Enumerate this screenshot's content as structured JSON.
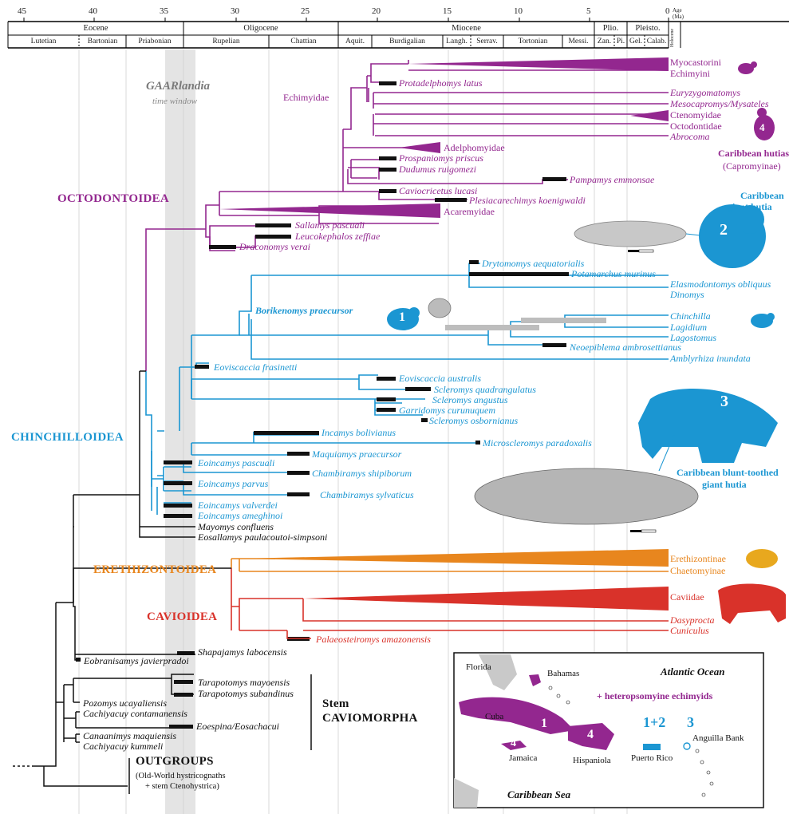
{
  "timescale": {
    "ages": [
      "45",
      "40",
      "35",
      "30",
      "25",
      "20",
      "15",
      "10",
      "5",
      "0"
    ],
    "age_unit_1": "Age",
    "age_unit_2": "(Ma)",
    "recent": "Holocene",
    "epochs": [
      "Eocene",
      "Oligocene",
      "Miocene",
      "Plio.",
      "Pleisto."
    ],
    "stages": [
      "Lutetian",
      "Bartonian",
      "Priabonian",
      "Rupelian",
      "Chattian",
      "Aquit.",
      "Burdigalian",
      "Langh.",
      "Serrav.",
      "Tortonian",
      "Messi.",
      "Zan.",
      "Pi.",
      "Gel.",
      "Calab."
    ]
  },
  "window": {
    "title": "GAARlandia",
    "subtitle": "time window"
  },
  "groups": {
    "octodontoidea": "OCTODONTOIDEA",
    "chinchilloidea": "CHINCHILLOIDEA",
    "erethizontoidea": "ERETHIZONTOIDEA",
    "cavioidea": "CAVIOIDEA",
    "stem1": "Stem",
    "stem2": "CAVIOMORPHA",
    "outgroups": "OUTGROUPS",
    "outgroups_sub1": "(Old-World hystricognaths",
    "outgroups_sub2": "+ stem Ctenohystrica)"
  },
  "taxa": {
    "myocastorini": "Myocastorini",
    "echimyini": "Echimyini",
    "echimyidae": "Echimyidae",
    "protadelphomys": "Protadelphomys latus",
    "eurygyzomatomys": "Euryzygomatomys",
    "mesocapromys": "Mesocapromys/Mysateles",
    "ctenomyidae": "Ctenomyidae",
    "octodontidae": "Octodontidae",
    "abrocoma": "Abrocoma",
    "adelphomyidae": "Adelphomyidae",
    "prospaniomys": "Prospaniomys priscus",
    "dudumus": "Dudumus ruigomezi",
    "pampamys": "Pampamys emmonsae",
    "caviocricetus": "Caviocricetus lucasi",
    "plesiacarechimys": "Plesiacarechimys koenigwaldi",
    "acaremyidae": "Acaremyidae",
    "sallamys": "Sallamys pascuali",
    "leucokephalos": "Leucokephalos zeffiae",
    "draconomys": "Draconomys verai",
    "drytomomys": "Drytomomys aequatorialis",
    "potamarchus": "Potamarchus murinus",
    "elasmodontomys": "Elasmodontomys obliquus",
    "dinomys": "Dinomys",
    "borikenomys": "Borikenomys praecursor",
    "chinchilla": "Chinchilla",
    "lagidium": "Lagidium",
    "lagostomus": "Lagostomus",
    "neoepiblema": "Neoepiblema ambrosettianus",
    "amblyrhiza": "Amblyrhiza inundata",
    "eoviscaccia_f": "Eoviscaccia frasinetti",
    "eoviscaccia_a": "Eoviscaccia australis",
    "scleromys_q": "Scleromys quadrangulatus",
    "scleromys_a": "Scleromys angustus",
    "garridomys": "Garridomys curunuquem",
    "scleromys_o": "Scleromys osbornianus",
    "incamys": "Incamys bolivianus",
    "microscleromys": "Microscleromys paradoxalis",
    "maquiamys": "Maquiamys praecursor",
    "eoincamys_pas": "Eoincamys pascuali",
    "chambiramys_sh": "Chambiramys shipiborum",
    "eoincamys_par": "Eoincamys parvus",
    "chambiramys_sy": "Chambiramys sylvaticus",
    "eoincamys_val": "Eoincamys valverdei",
    "eoincamys_ame": "Eoincamys ameghinoi",
    "mayomys": "Mayomys confluens",
    "eosallamys": "Eosallamys paulacoutoi-simpsoni",
    "erethizontinae": "Erethizontinae",
    "chaetomyinae": "Chaetomyinae",
    "caviidae": "Caviidae",
    "dasyprocta": "Dasyprocta",
    "cuniculus": "Cuniculus",
    "palaeosteiromys": "Palaeosteiromys amazonensis",
    "shapajamys": "Shapajamys labocensis",
    "eobranisamys": "Eobranisamys javierpradoi",
    "tarapotomys_m": "Tarapotomys mayoensis",
    "tarapotomys_s": "Tarapotomys subandinus",
    "pozomys": "Pozomys ucayaliensis",
    "cachiyacuy_c": "Cachiyacuy contamanensis",
    "eoespina": "Eoespina/Eosachacui",
    "canaanimys": "Canaanimys maquiensis",
    "cachiyacuy_k": "Cachiyacuy kummeli"
  },
  "callouts": {
    "hutia_title": "Caribbean hutias",
    "hutia_sub": "(Capromyinae)",
    "giant_1": "Caribbean",
    "giant_2": "giant hutia",
    "blunt_1": "Caribbean blunt-toothed",
    "blunt_2": "giant hutia",
    "n1": "1",
    "n2": "2",
    "n3": "3",
    "n4": "4"
  },
  "map": {
    "atlantic": "Atlantic Ocean",
    "caribbean": "Caribbean Sea",
    "florida": "Florida",
    "bahamas": "Bahamas",
    "cuba": "Cuba",
    "jamaica": "Jamaica",
    "hispaniola": "Hispaniola",
    "puerto_rico": "Puerto Rico",
    "anguilla": "Anguilla Bank",
    "hetero": "+ heteropsomyine echimyids",
    "n12": "1+2",
    "n3": "3",
    "n1": "1",
    "n4a": "4",
    "n4b": "4"
  },
  "colors": {
    "octodontoidea": "#93278f",
    "chinchilloidea": "#1b96d2",
    "erethizontoidea": "#e8861e",
    "cavioidea": "#d9322a",
    "stem": "#111111",
    "window": "#e4e4e4"
  }
}
